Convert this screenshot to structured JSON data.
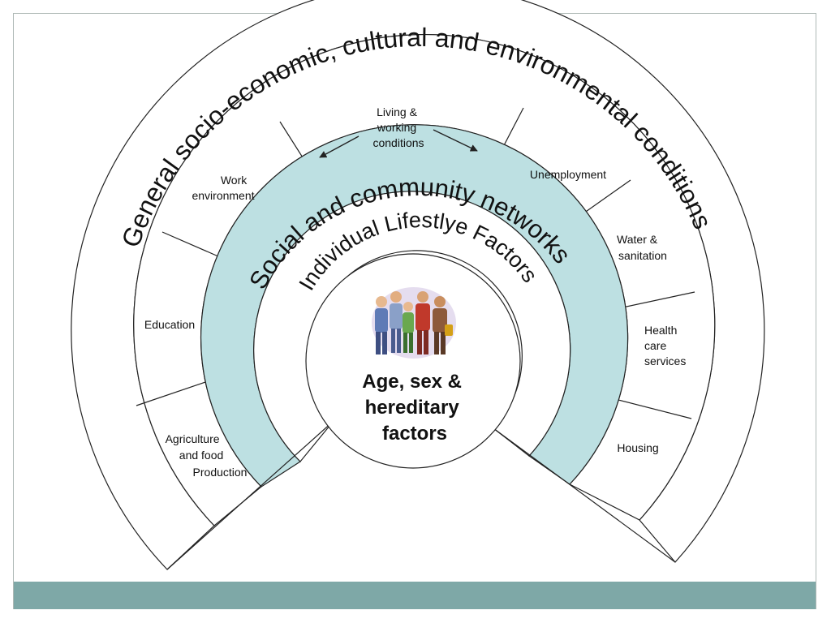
{
  "layers": {
    "outer_title": "General socio-economic, cultural and environmental conditions",
    "middle_title": "Social and community networks",
    "inner_title": "Individual Lifestlye Factors",
    "core_lines": [
      "Age, sex &",
      "hereditary",
      "factors"
    ]
  },
  "segments": {
    "living": [
      "Living &",
      "working",
      "conditions"
    ],
    "work": [
      "Work",
      "environment"
    ],
    "education": [
      "Education"
    ],
    "agriculture": [
      "Agriculture",
      "and food",
      "Production"
    ],
    "unemployment": [
      "Unemployment"
    ],
    "water": [
      "Water &",
      "sanitation"
    ],
    "health": [
      "Health",
      "care",
      "services"
    ],
    "housing": [
      "Housing"
    ]
  },
  "colors": {
    "social_band": "#bde0e2",
    "bottom_bar": "#7ea8a7",
    "stroke": "#222222"
  },
  "icons": {
    "center": "group-of-people-icon"
  }
}
